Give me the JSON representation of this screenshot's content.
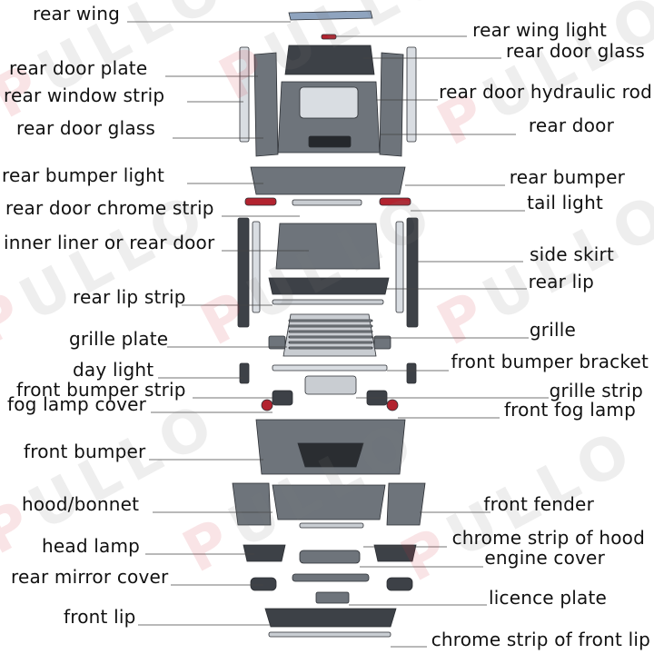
{
  "watermark": "PULLO",
  "colors": {
    "body_panel": "#6e747b",
    "body_panel_dark": "#3d4147",
    "primer_light": "#d9dde2",
    "chrome": "#c9cdd2",
    "tail_light_red": "#b2232f",
    "leader_line": "#444444",
    "watermark_red": "#d2323c"
  },
  "labels_left": [
    "rear wing",
    "rear door plate",
    "rear window strip",
    "rear door glass",
    "rear bumper light",
    "rear door chrome strip",
    "inner liner or rear door",
    "rear lip strip",
    "grille plate",
    "day light",
    "front bumper strip",
    "fog lamp cover",
    "front bumper",
    "hood/bonnet",
    "head lamp",
    "rear mirror cover",
    "front lip"
  ],
  "labels_right": [
    "rear wing light",
    "rear door glass",
    "rear door hydraulic rod",
    "rear door",
    "rear bumper",
    "tail light",
    "side skirt",
    "rear lip",
    "grille",
    "front bumper bracket",
    "grille strip",
    "front fog lamp",
    "front fender",
    "chrome strip of hood",
    "engine cover",
    "licence plate",
    "chrome strip of front lip"
  ],
  "icons": [
    "car-body-kit-parts-illustration"
  ]
}
